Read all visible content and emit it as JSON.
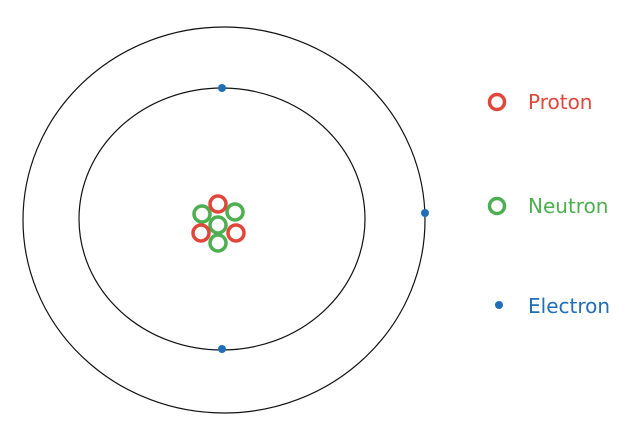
{
  "legend": {
    "proton": {
      "label": "Proton",
      "color": "#e0463a",
      "shape": "ring"
    },
    "neutron": {
      "label": "Neutron",
      "color": "#4caf50",
      "shape": "ring"
    },
    "electron": {
      "label": "Electron",
      "color": "#1f6fb6",
      "shape": "dot"
    }
  },
  "atom": {
    "shell_count": 2,
    "electrons_per_shell": [
      2,
      1
    ],
    "nucleus": {
      "protons": 3,
      "neutrons": 4
    },
    "orbit_color": "#111111"
  }
}
